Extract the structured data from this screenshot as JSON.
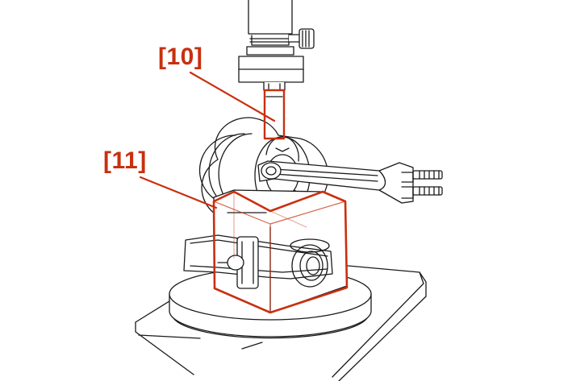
{
  "callouts": [
    {
      "id": "10",
      "label": "[10]"
    },
    {
      "id": "11",
      "label": "[11]"
    }
  ],
  "colors": {
    "highlight": "#c8300f",
    "line": "#1a1a1a",
    "background": "#ffffff"
  }
}
